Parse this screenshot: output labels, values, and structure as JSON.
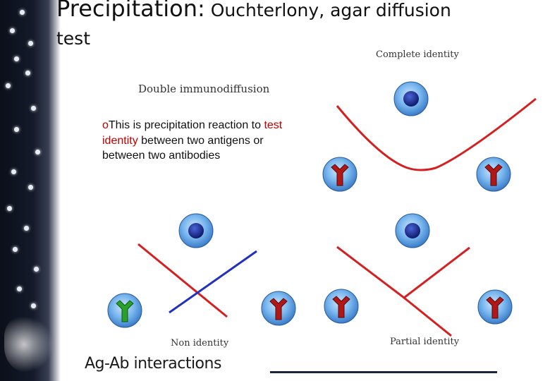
{
  "title": {
    "main": "Precipitation:",
    "sub": " Ouchterlony, agar diffusion",
    "line2": "test"
  },
  "labels": {
    "complete": "Complete identity",
    "double": "Double immunodiffusion",
    "non": "Non identity",
    "partial": "Partial identity"
  },
  "bullet": {
    "marker": "o",
    "part1": "This is precipitation reaction to ",
    "highlight": "test identity",
    "part2": " between two antigens or between two antibodies"
  },
  "footer": {
    "text": "Ag-Ab interactions"
  },
  "colors": {
    "precipitin_red": "#d42020",
    "precipitin_blue": "#2030c0",
    "antibody_red": "#b01818",
    "antibody_green": "#2aa02a",
    "well_fill": "#5aa0e6",
    "antigen_core": "#1a2a8a"
  },
  "icons": {
    "antigen": "antigen-well-icon",
    "antibody": "y-antibody-icon"
  }
}
